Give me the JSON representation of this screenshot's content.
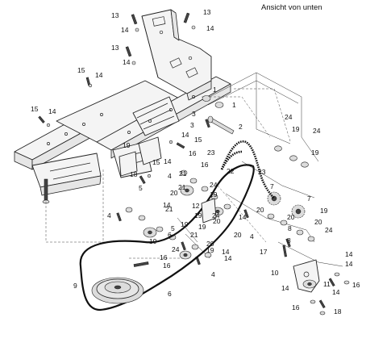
{
  "caption": "Ansicht von unten",
  "callouts": [
    {
      "id": "c1",
      "text": "13"
    },
    {
      "id": "c2",
      "text": "13"
    },
    {
      "id": "c3",
      "text": "14"
    },
    {
      "id": "c4",
      "text": "14"
    },
    {
      "id": "c5",
      "text": "13"
    },
    {
      "id": "c6",
      "text": "14"
    },
    {
      "id": "c7",
      "text": "15"
    },
    {
      "id": "c8",
      "text": "14"
    },
    {
      "id": "c9",
      "text": "15"
    },
    {
      "id": "c10",
      "text": "14"
    },
    {
      "id": "c11",
      "text": "1"
    },
    {
      "id": "c12",
      "text": "1"
    },
    {
      "id": "c13",
      "text": "3"
    },
    {
      "id": "c14",
      "text": "2"
    },
    {
      "id": "c15",
      "text": "3"
    },
    {
      "id": "c16",
      "text": "14"
    },
    {
      "id": "c17",
      "text": "15"
    },
    {
      "id": "c18",
      "text": "24"
    },
    {
      "id": "c19",
      "text": "24"
    },
    {
      "id": "c20",
      "text": "19"
    },
    {
      "id": "c21",
      "text": "19"
    },
    {
      "id": "c22",
      "text": "23"
    },
    {
      "id": "c23",
      "text": "16"
    },
    {
      "id": "c24",
      "text": "16"
    },
    {
      "id": "c25",
      "text": "19"
    },
    {
      "id": "c26",
      "text": "14"
    },
    {
      "id": "c27",
      "text": "15"
    },
    {
      "id": "c28",
      "text": "4"
    },
    {
      "id": "c29",
      "text": "18"
    },
    {
      "id": "c30",
      "text": "21"
    },
    {
      "id": "c31",
      "text": "22"
    },
    {
      "id": "c32",
      "text": "20"
    },
    {
      "id": "c33",
      "text": "21"
    },
    {
      "id": "c34",
      "text": "14"
    },
    {
      "id": "c35",
      "text": "23"
    },
    {
      "id": "c36",
      "text": "7"
    },
    {
      "id": "c37",
      "text": "7"
    },
    {
      "id": "c38",
      "text": "24"
    },
    {
      "id": "c39",
      "text": "5"
    },
    {
      "id": "c40",
      "text": "19"
    },
    {
      "id": "c41",
      "text": "20"
    },
    {
      "id": "c42",
      "text": "20"
    },
    {
      "id": "c43",
      "text": "21"
    },
    {
      "id": "c44",
      "text": "12"
    },
    {
      "id": "c45",
      "text": "19"
    },
    {
      "id": "c46",
      "text": "24"
    },
    {
      "id": "c47",
      "text": "19"
    },
    {
      "id": "c48",
      "text": "20"
    },
    {
      "id": "c49",
      "text": "4"
    },
    {
      "id": "c50",
      "text": "14"
    },
    {
      "id": "c51",
      "text": "24"
    },
    {
      "id": "c52",
      "text": "8"
    },
    {
      "id": "c53",
      "text": "19"
    },
    {
      "id": "c54",
      "text": "20"
    },
    {
      "id": "c55",
      "text": "19"
    },
    {
      "id": "c56",
      "text": "20"
    },
    {
      "id": "c57",
      "text": "4"
    },
    {
      "id": "c58",
      "text": "8"
    },
    {
      "id": "c59",
      "text": "6"
    },
    {
      "id": "c60",
      "text": "21"
    },
    {
      "id": "c61",
      "text": "5"
    },
    {
      "id": "c62",
      "text": "19"
    },
    {
      "id": "c63",
      "text": "24"
    },
    {
      "id": "c64",
      "text": "16"
    },
    {
      "id": "c65",
      "text": "16"
    },
    {
      "id": "c66",
      "text": "14"
    },
    {
      "id": "c67",
      "text": "20"
    },
    {
      "id": "c68",
      "text": "19"
    },
    {
      "id": "c69",
      "text": "14"
    },
    {
      "id": "c70",
      "text": "4"
    },
    {
      "id": "c71",
      "text": "17"
    },
    {
      "id": "c72",
      "text": "10"
    },
    {
      "id": "c73",
      "text": "14"
    },
    {
      "id": "c74",
      "text": "14"
    },
    {
      "id": "c75",
      "text": "16"
    },
    {
      "id": "c76",
      "text": "11"
    },
    {
      "id": "c77",
      "text": "9"
    },
    {
      "id": "c78",
      "text": "6"
    },
    {
      "id": "c79",
      "text": "14"
    },
    {
      "id": "c80",
      "text": "14"
    },
    {
      "id": "c81",
      "text": "16"
    },
    {
      "id": "c82",
      "text": "18"
    }
  ]
}
